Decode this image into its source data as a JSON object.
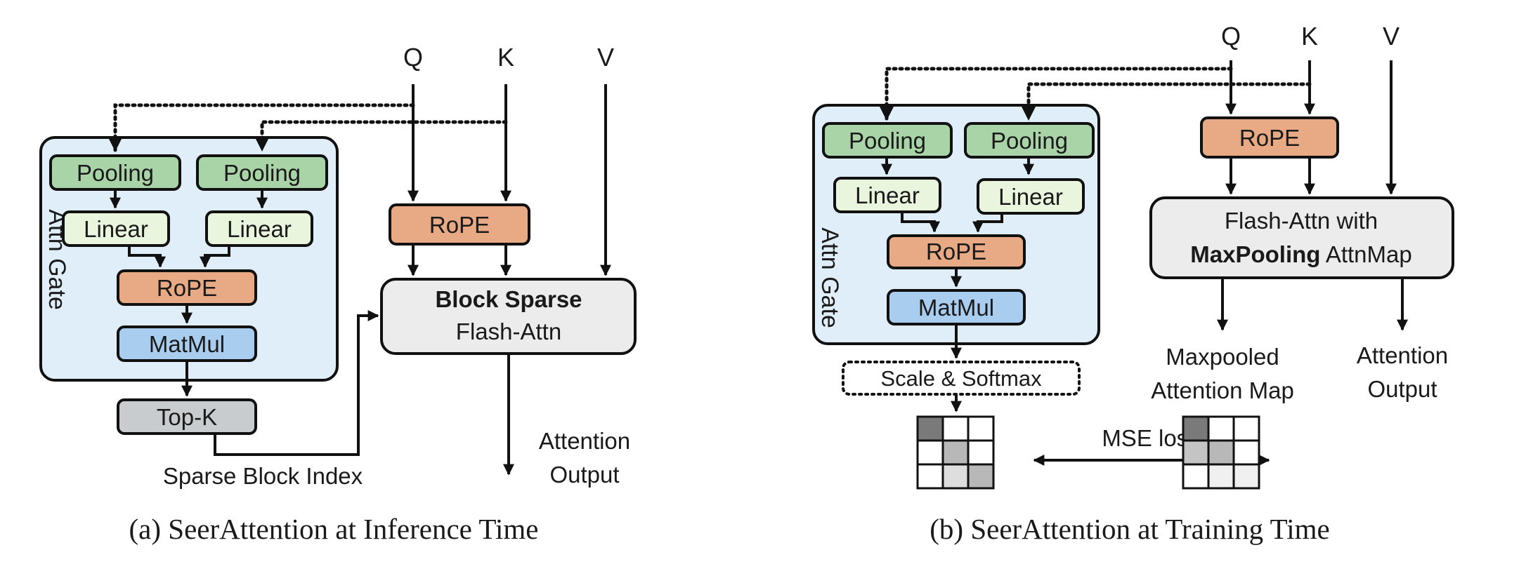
{
  "colors": {
    "attn_gate_bg": "#dfeef8",
    "pooling": "#a9d4a8",
    "linear": "#e9f5dc",
    "rope": "#e8a985",
    "matmul": "#a9cdef",
    "topk": "#c9cccf",
    "flash_attn": "#ececec",
    "matrix_dark": "#7a7a7a",
    "matrix_mid": "#b8b8b8",
    "matrix_light": "#dedede",
    "matrix_lighter": "#f0f0f0"
  },
  "panel_a": {
    "inputs": {
      "q": "Q",
      "k": "K",
      "v": "V"
    },
    "gate_label": "Attn Gate",
    "pooling_left": "Pooling",
    "pooling_right": "Pooling",
    "linear_left": "Linear",
    "linear_right": "Linear",
    "gate_rope": "RoPE",
    "matmul": "MatMul",
    "topk": "Top-K",
    "rope": "RoPE",
    "flash_line1": "Block Sparse",
    "flash_line2": "Flash-Attn",
    "sparse_index": "Sparse Block Index",
    "output_line1": "Attention",
    "output_line2": "Output",
    "caption": "(a) SeerAttention at Inference Time"
  },
  "panel_b": {
    "inputs": {
      "q": "Q",
      "k": "K",
      "v": "V"
    },
    "gate_label": "Attn Gate",
    "pooling_left": "Pooling",
    "pooling_right": "Pooling",
    "linear_left": "Linear",
    "linear_right": "Linear",
    "gate_rope": "RoPE",
    "matmul": "MatMul",
    "softmax": "Scale & Softmax",
    "rope": "RoPE",
    "flash_line1": "Flash-Attn with",
    "flash_line2_bold": "MaxPooling",
    "flash_line2_rest": " AttnMap",
    "maxpooled_line1": "Maxpooled",
    "maxpooled_line2": "Attention Map",
    "output_line1": "Attention",
    "output_line2": "Output",
    "mse_loss": "MSE loss",
    "caption": "(b) SeerAttention at Training Time"
  }
}
